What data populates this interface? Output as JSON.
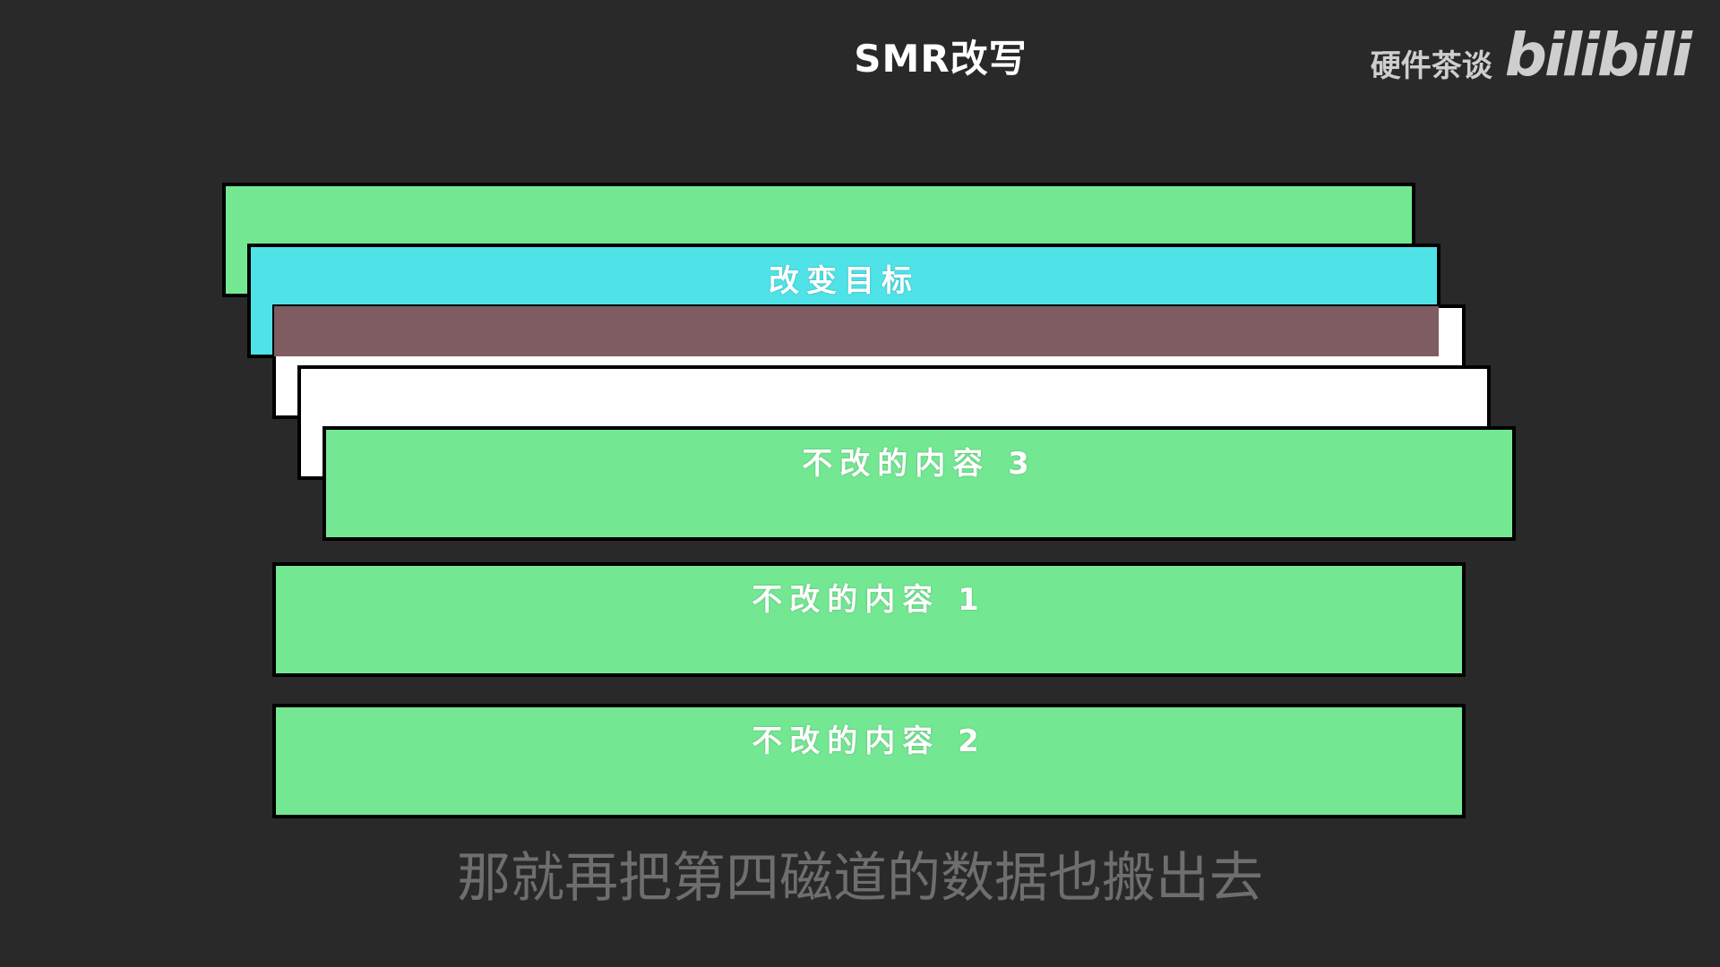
{
  "header": {
    "title": "SMR改写"
  },
  "watermark": {
    "channel": "硬件茶谈",
    "logo": "bilibili"
  },
  "tracks": {
    "track_1": {
      "label": "",
      "color": "#74e793"
    },
    "track_2": {
      "label": "改变目标",
      "color": "#4fe3e8"
    },
    "track_3": {
      "label": "",
      "color": "#7e5c62"
    },
    "track_4": {
      "label": "",
      "color": "#ffffff"
    },
    "track_5": {
      "label": "不改的内容 3",
      "color": "#74e793"
    },
    "track_6": {
      "label": "不改的内容 1",
      "color": "#74e793"
    },
    "track_7": {
      "label": "不改的内容 2",
      "color": "#74e793"
    }
  },
  "subtitle": "那就再把第四磁道的数据也搬出去"
}
